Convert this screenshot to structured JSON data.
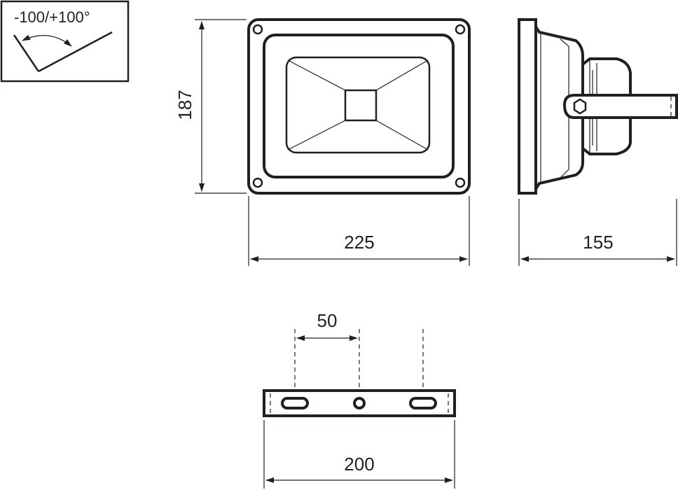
{
  "angle_box": {
    "label": "-100/+100°"
  },
  "dimensions": {
    "height": "187",
    "width_front": "225",
    "depth_side": "155",
    "bracket_spacing": "50",
    "bracket_length": "200"
  },
  "colors": {
    "line": "#231f20",
    "background": "#ffffff"
  }
}
